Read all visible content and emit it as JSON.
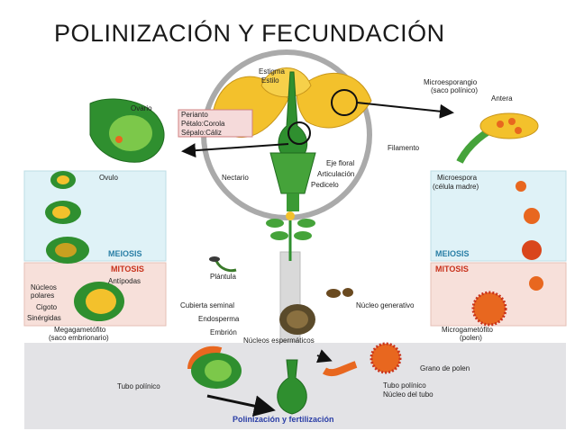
{
  "title": "POLINIZACIÓN  Y  FECUNDACIÓN",
  "colors": {
    "petal": "#f3c12c",
    "green": "#2f8f2f",
    "light_green": "#7cc84a",
    "orange": "#e8671f",
    "red": "#c8321c",
    "meiosis_bg": "#dff2f7",
    "mitosis_bg": "#f7e0da",
    "bottom_bg": "#e3e3e6",
    "mitosis_text": "#c8321c",
    "meiosis_text": "#2a7fa6",
    "footer_text": "#2a3ea6"
  },
  "labels": {
    "estigma": "Estigma",
    "estilo": "Estilo",
    "microesporangio_1": "Microesporangio",
    "microesporangio_2": "(saco polínico)",
    "antera": "Antera",
    "ovario": "Ovario",
    "perianto": "Perianto",
    "petalo": "Pétalo:Corola",
    "sepalo": "Sépalo:Cáliz",
    "filamento": "Filamento",
    "eje_floral": "Eje floral",
    "articulacion": "Articulación",
    "nectario": "Nectario",
    "pedicelo": "Pedicelo",
    "ovulo": "Ovulo",
    "microespora_1": "Microespora",
    "microespora_2": "(célula madre)",
    "meiosis_left": "MEIOSIS",
    "meiosis_right": "MEIOSIS",
    "mitosis_left": "MITOSIS",
    "mitosis_right": "MITOSIS",
    "plantula": "Plántula",
    "antipodas": "Antípodas",
    "nucleos_polares_1": "Núcleos",
    "nucleos_polares_2": "polares",
    "cigoto": "Cigoto",
    "sinergidas": "Sinérgidas",
    "cubierta": "Cubierta seminal",
    "endosperma": "Endosperma",
    "embrion": "Embrión",
    "nucleo_generativo": "Núcleo generativo",
    "megagametofito_1": "Megagametófito",
    "megagametofito_2": "(saco embrionario)",
    "microgametofito_1": "Microgametófito",
    "microgametofito_2": "(polen)",
    "nucleos_espermaticos": "Núcleos espermáticos",
    "grano_polen": "Grano de polen",
    "tubo_polinico_left": "Tubo polínico",
    "tubo_polinico_right": "Tubo polínico",
    "nucleo_tubo": "Núcleo del tubo",
    "footer": "Polinización y fertilización"
  }
}
